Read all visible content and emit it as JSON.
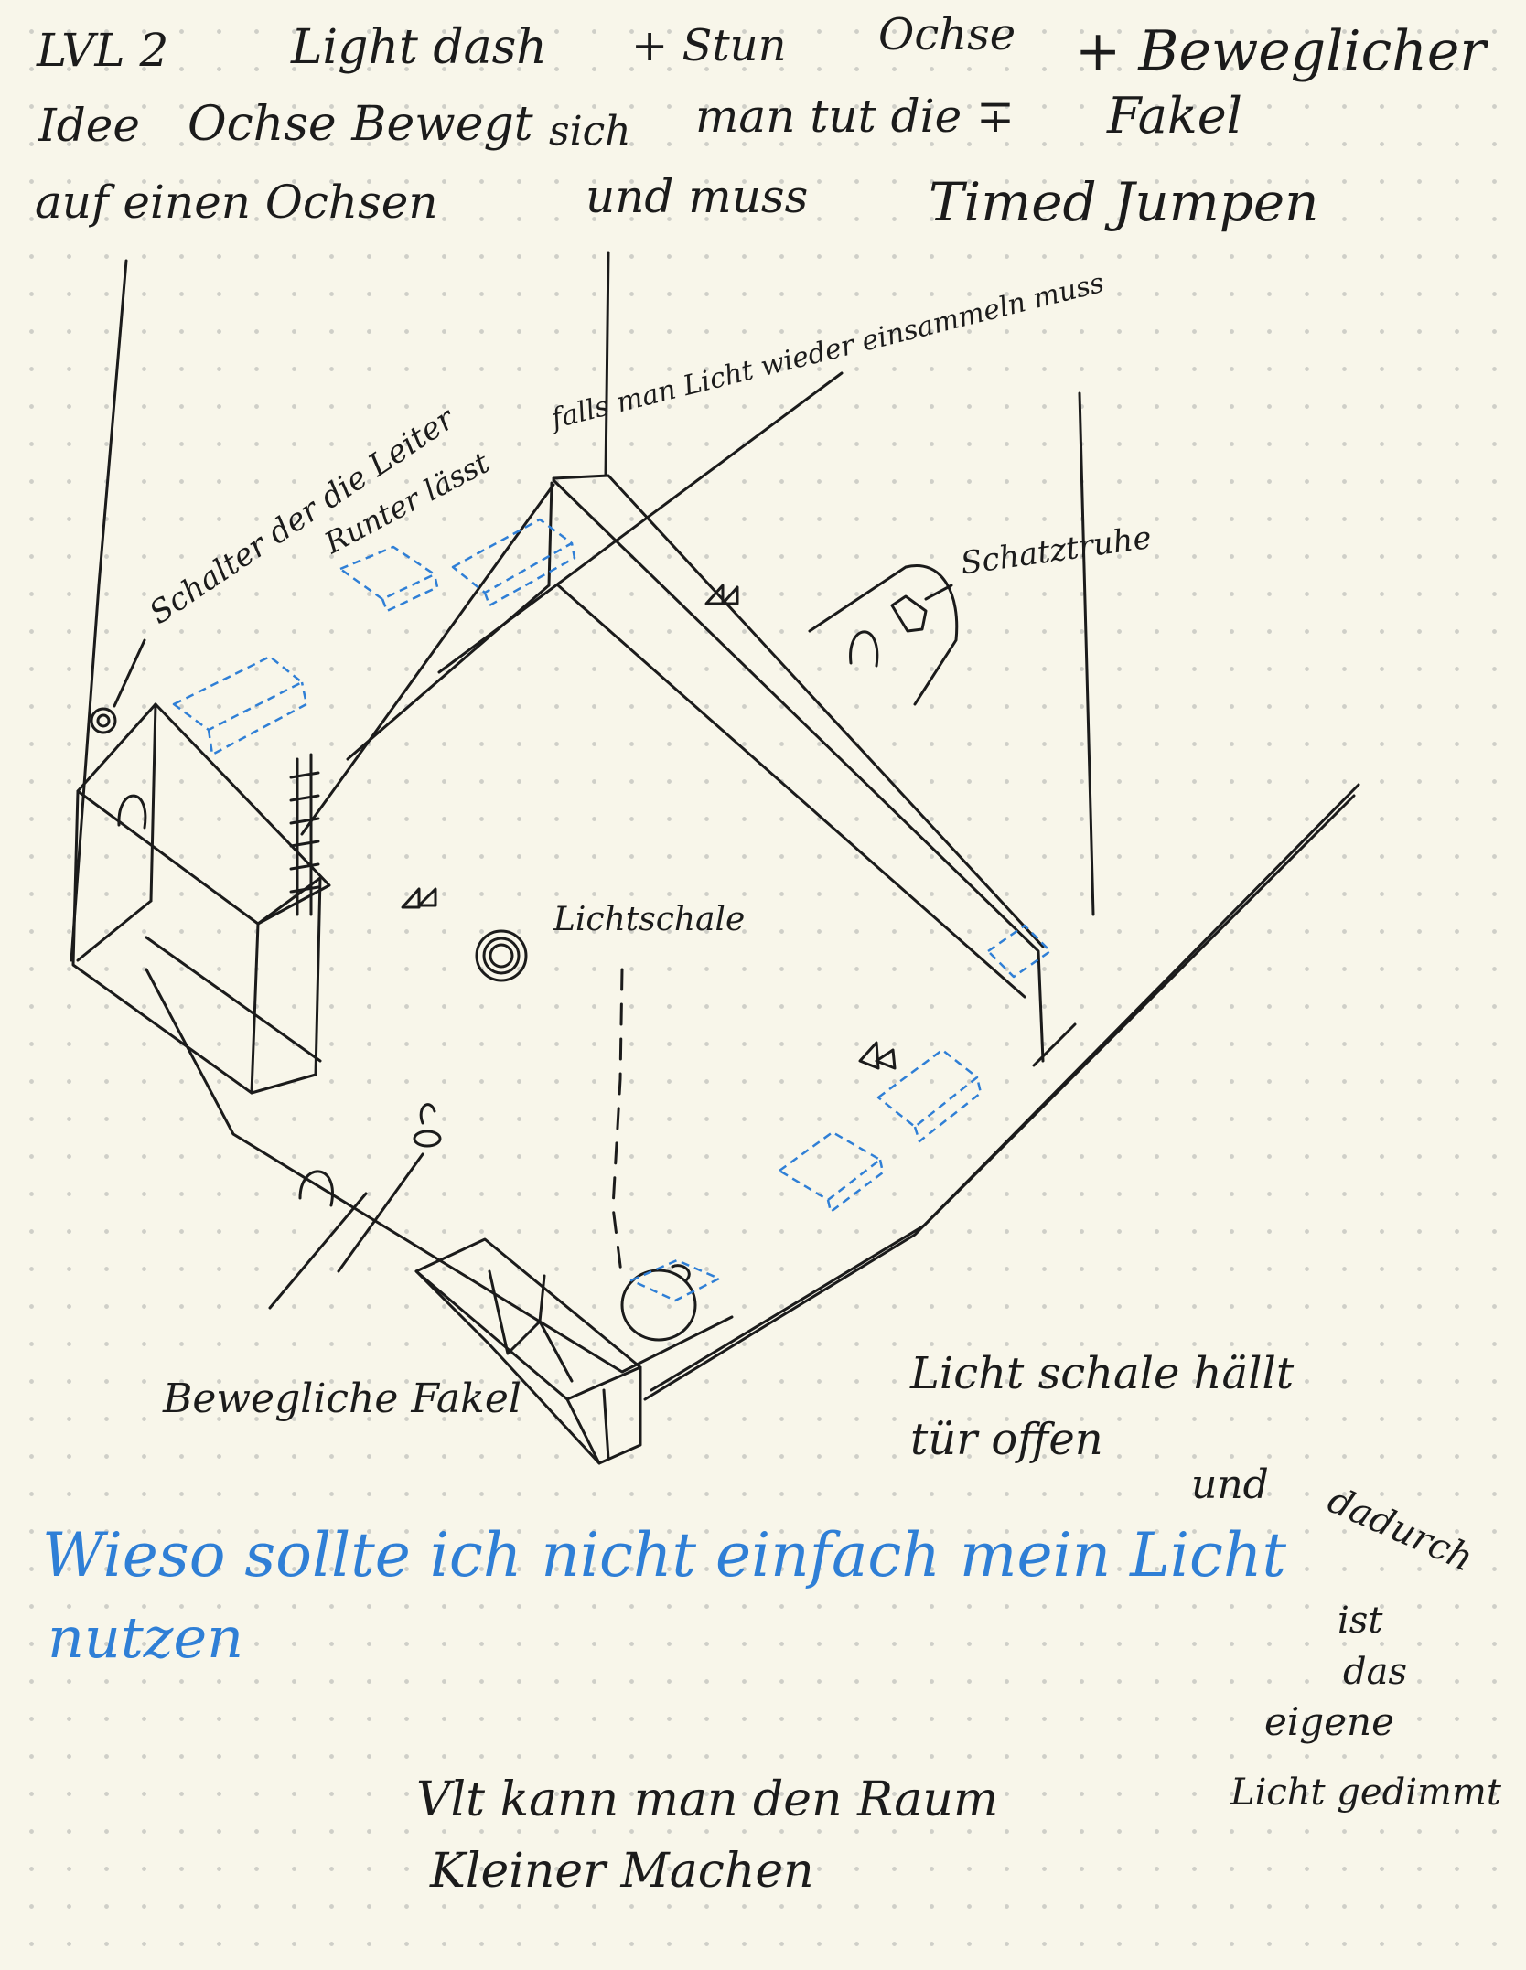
{
  "heading": {
    "line1": {
      "level": "LVL 2",
      "light_dash": "Light dash",
      "stun": "+ Stun",
      "ochse": "Ochse",
      "beweglicher": "+ Beweglicher"
    },
    "line2": {
      "idee": "Idee",
      "ochse_bewegt": "Ochse Bewegt",
      "sich": "sich",
      "man_tut_die": "man tut die ∓",
      "fakel": "Fakel"
    },
    "line3": {
      "auf_einen_ochsen": "auf einen Ochsen",
      "und_muss": "und muss",
      "timed_jumpen": "Timed Jumpen"
    }
  },
  "annotations": {
    "schalter_1": "Schalter der die Leiter",
    "schalter_2": "Runter lässt",
    "falls": "falls man Licht wieder einsammeln muss",
    "schatztruhe": "Schatztruhe",
    "lichtschale": "Lichtschale",
    "bewegliche_fakel": "Bewegliche Fakel"
  },
  "notes": {
    "lichtschale_1": "Licht schale hällt",
    "lichtschale_2": "tür offen",
    "und": "und",
    "dadurch": "dadurch",
    "ist": "ist",
    "das": "das",
    "eigene": "eigene",
    "licht_gedimmt": "Licht gedimmt",
    "raum_1": "Vlt kann man den Raum",
    "raum_2": "Kleiner Machen"
  },
  "question": {
    "line1": "Wieso sollte ich nicht einfach mein Licht",
    "line2": "nutzen"
  },
  "colors": {
    "ink": "#1b1b1b",
    "blue_ink": "#2f7fd6",
    "paper": "#f8f6ea",
    "dot_grid": "#cfcfc8"
  }
}
